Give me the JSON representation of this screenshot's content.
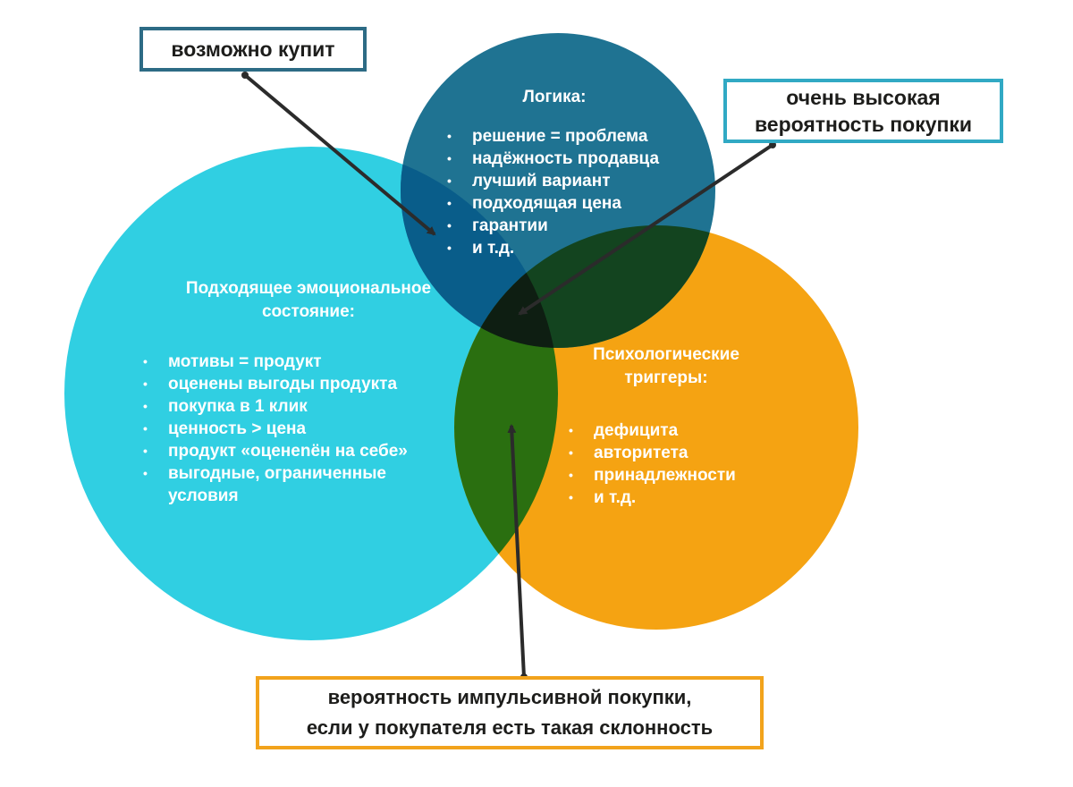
{
  "colors": {
    "logic": "#1f7392",
    "emotion": "#30cfe2",
    "triggers": "#f5a312",
    "arrow": "#2b2b2b"
  },
  "logic": {
    "title": "Логика:",
    "items": [
      "решение = проблема",
      "надёжность продавца",
      "лучший вариант",
      "подходящая цена",
      "гарантии",
      "и т.д."
    ]
  },
  "emotion": {
    "title_line1": "Подходящее эмоциональное",
    "title_line2": "состояние:",
    "items": [
      "мотивы = продукт",
      "оценены выгоды продукта",
      "покупка в 1 клик",
      "ценность > цена",
      "продукт «оценenён на себе»",
      "выгодные, ограниченные",
      "условия"
    ]
  },
  "triggers": {
    "title_line1": "Психологические",
    "title_line2": "триггеры:",
    "items": [
      "дефицита",
      "авторитета",
      "принадлежности",
      "и т.д."
    ]
  },
  "callouts": {
    "maybe_buy": "возможно купит",
    "high_probability_line1": "очень высокая",
    "high_probability_line2": "вероятность покупки",
    "impulse_line1": "вероятность импульсивной покупки,",
    "impulse_line2": "если у покупателя есть такая склонность"
  }
}
